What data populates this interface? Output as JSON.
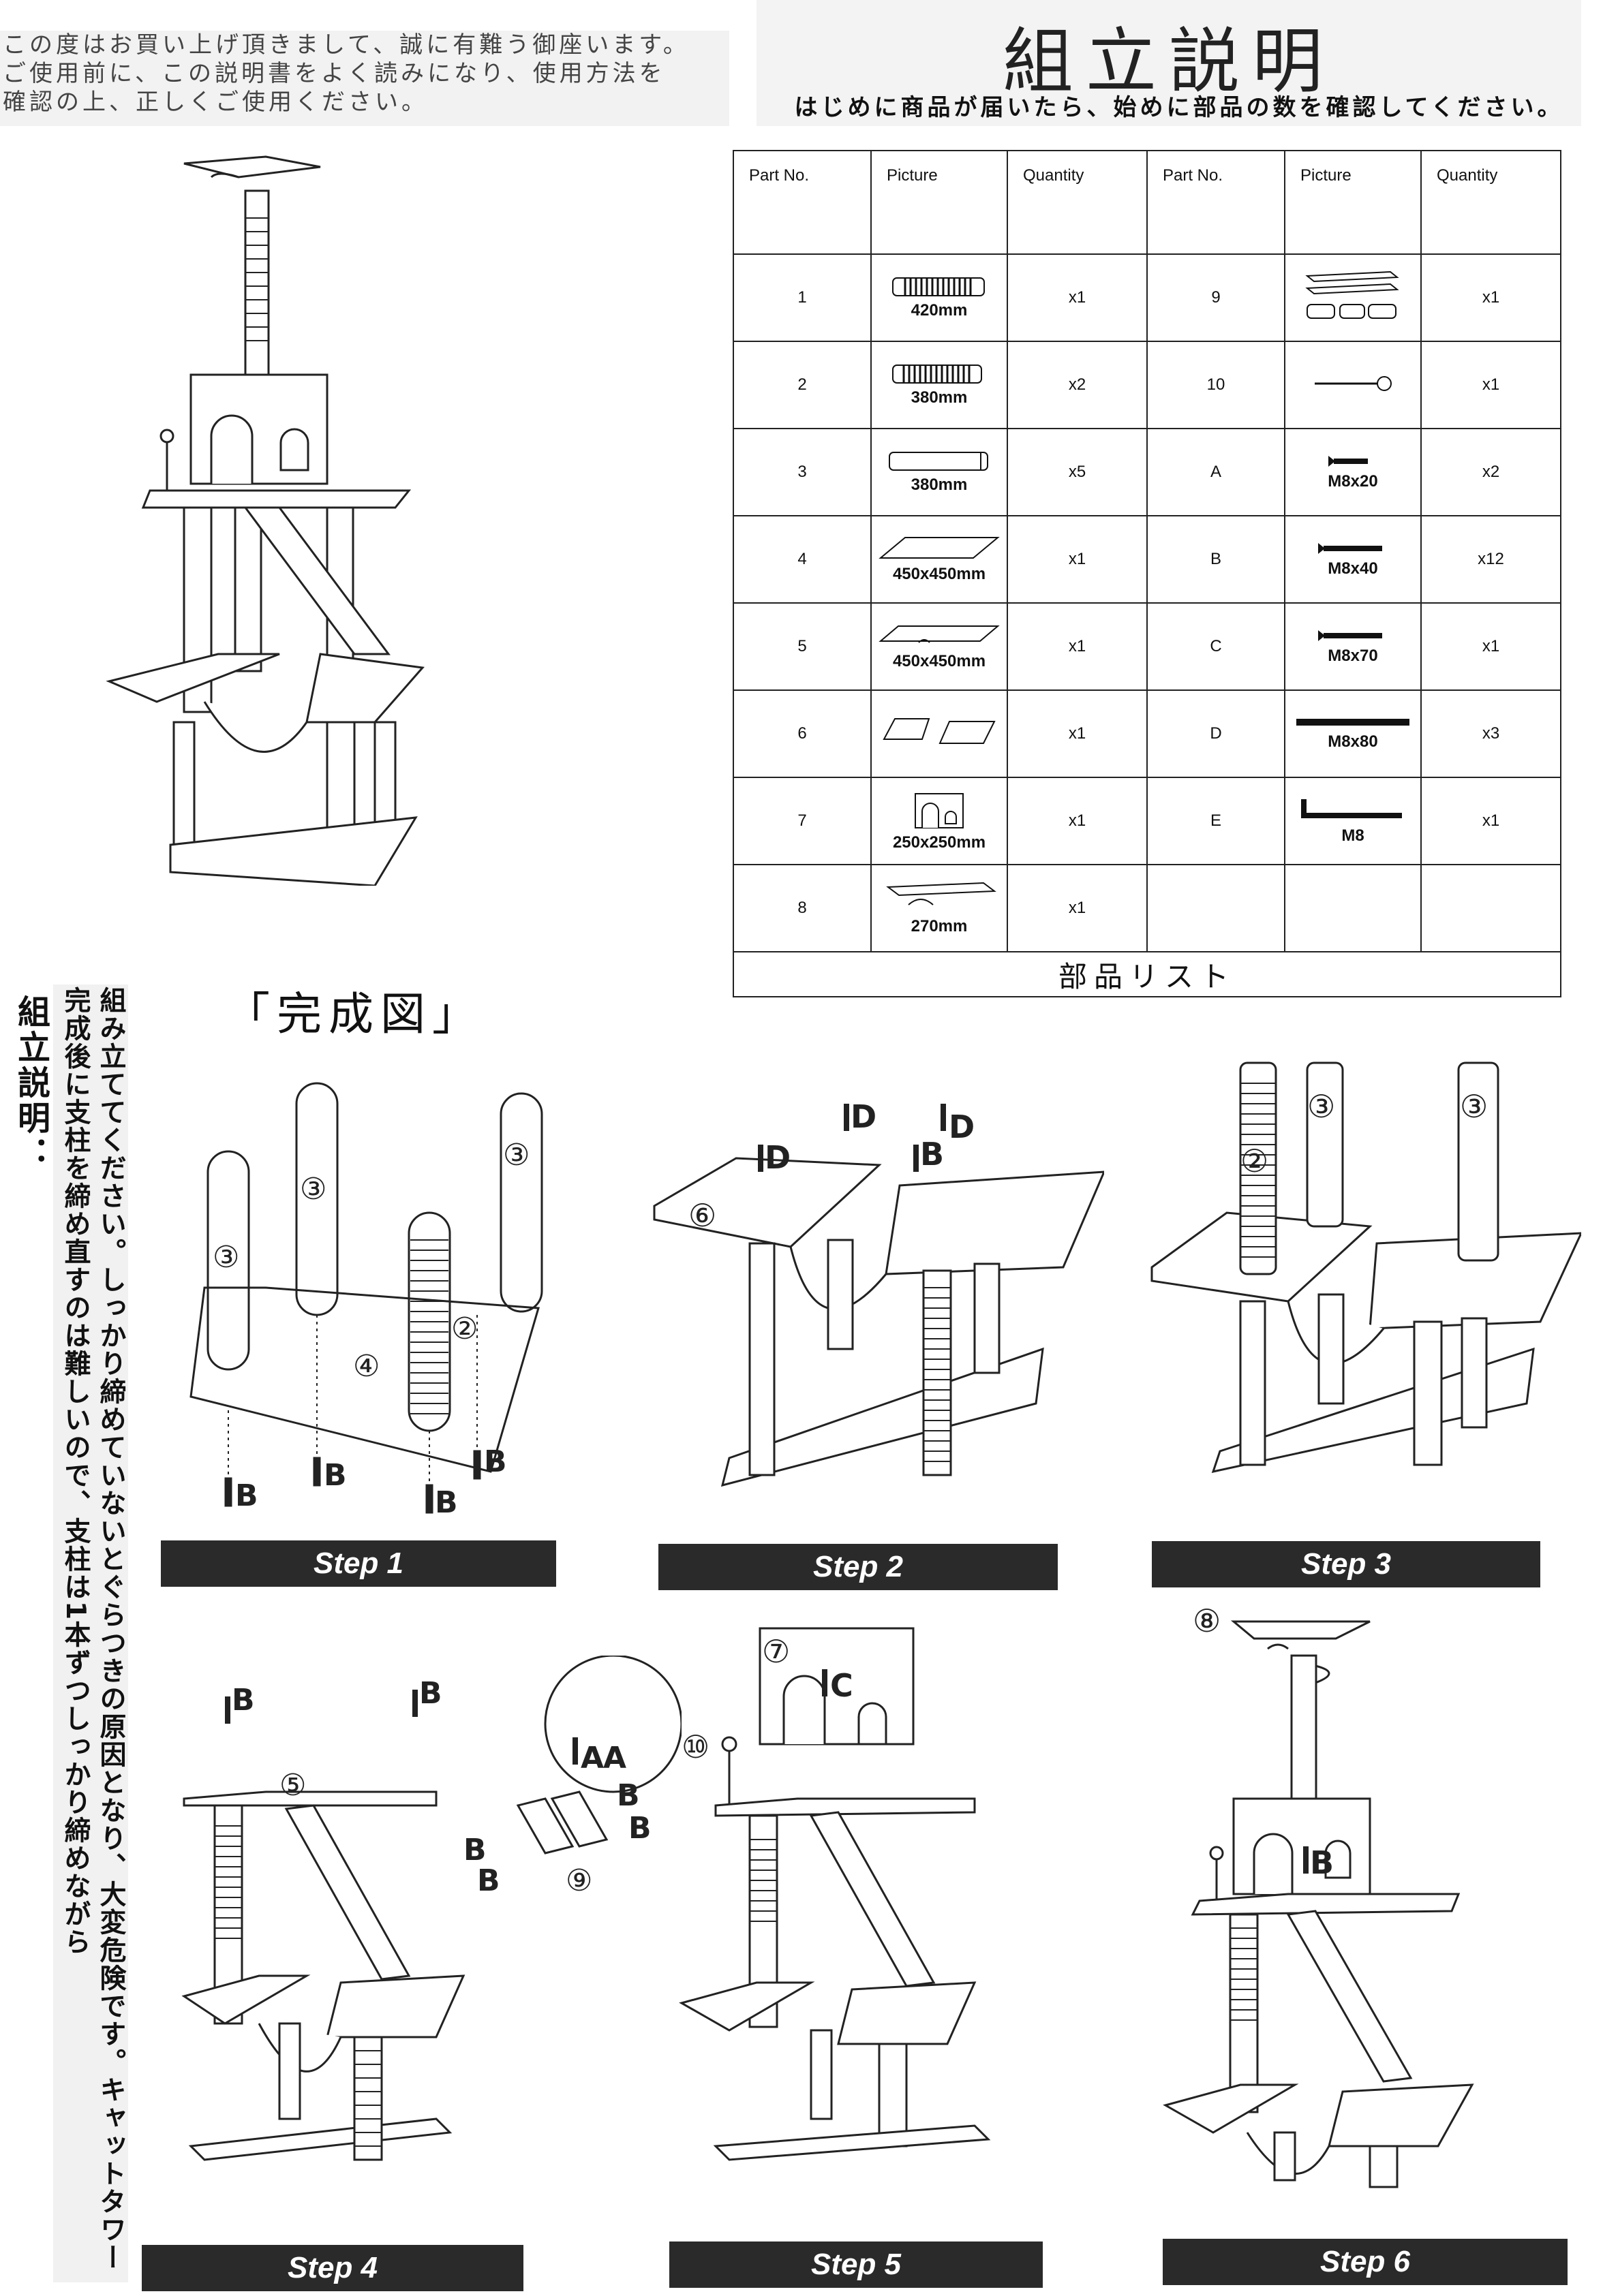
{
  "greeting": {
    "lines": [
      "この度はお買い上げ頂きまして、誠に有難う御座います。",
      "ご使用前に、この説明書をよく読みになり、使用方法を",
      "確認の上、正しくご使用ください。"
    ]
  },
  "header": {
    "title": "組立説明",
    "subtitle": "はじめに商品が届いたら、始めに部品の数を確認してください。"
  },
  "parts_table": {
    "headers": [
      "Part No.",
      "Picture",
      "Quantity",
      "Part No.",
      "Picture",
      "Quantity"
    ],
    "rows": [
      {
        "left": {
          "no": "1",
          "size": "420mm",
          "qty": "x1"
        },
        "right": {
          "no": "9",
          "size": "",
          "qty": "x1"
        }
      },
      {
        "left": {
          "no": "2",
          "size": "380mm",
          "qty": "x2"
        },
        "right": {
          "no": "10",
          "size": "",
          "qty": "x1"
        }
      },
      {
        "left": {
          "no": "3",
          "size": "380mm",
          "qty": "x5"
        },
        "right": {
          "no": "A",
          "size": "M8x20",
          "qty": "x2"
        }
      },
      {
        "left": {
          "no": "4",
          "size": "450x450mm",
          "qty": "x1"
        },
        "right": {
          "no": "B",
          "size": "M8x40",
          "qty": "x12"
        }
      },
      {
        "left": {
          "no": "5",
          "size": "450x450mm",
          "qty": "x1"
        },
        "right": {
          "no": "C",
          "size": "M8x70",
          "qty": "x1"
        }
      },
      {
        "left": {
          "no": "6",
          "size": "",
          "qty": "x1"
        },
        "right": {
          "no": "D",
          "size": "M8x80",
          "qty": "x3"
        }
      },
      {
        "left": {
          "no": "7",
          "size": "250x250mm",
          "qty": "x1"
        },
        "right": {
          "no": "E",
          "size": "M8",
          "qty": "x1"
        }
      },
      {
        "left": {
          "no": "8",
          "size": "270mm",
          "qty": "x1"
        },
        "right": {
          "no": "",
          "size": "",
          "qty": ""
        }
      }
    ],
    "footer": "部品リスト"
  },
  "side_note": {
    "title": "組立説明：",
    "body": "組み立ててください。しっかり締めていないとぐらつきの原因となり、大変危険です。キャットタワー完成後に支柱を締め直すのは難しいので、支柱は1本ずつしっかり締めながら"
  },
  "completed_label": "「完成図」",
  "steps": {
    "s1": {
      "label": "Step 1",
      "callouts": [
        "③",
        "③",
        "③",
        "②",
        "④",
        "B",
        "B",
        "B",
        "B"
      ]
    },
    "s2": {
      "label": "Step 2",
      "callouts": [
        "⑥",
        "D",
        "D",
        "D",
        "B"
      ]
    },
    "s3": {
      "label": "Step 3",
      "callouts": [
        "②",
        "③",
        "③"
      ]
    },
    "s4": {
      "label": "Step 4",
      "callouts": [
        "⑤",
        "B",
        "B",
        "A",
        "A",
        "B",
        "B",
        "B",
        "B",
        "⑨"
      ]
    },
    "s5": {
      "label": "Step 5",
      "callouts": [
        "⑦",
        "C",
        "⑩"
      ]
    },
    "s6": {
      "label": "Step 6",
      "callouts": [
        "⑧",
        "B"
      ]
    }
  }
}
